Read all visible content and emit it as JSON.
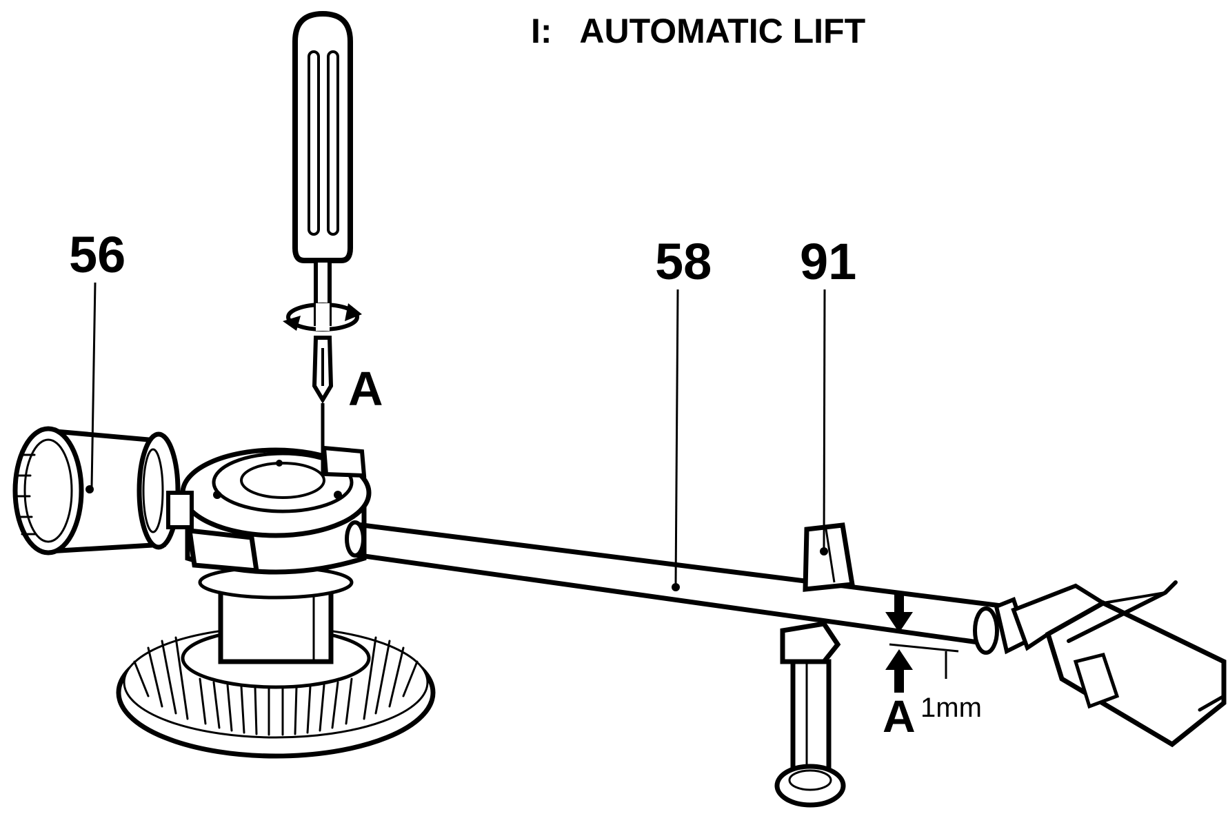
{
  "title": "I:   AUTOMATIC LIFT",
  "callouts": {
    "counterweight": "56",
    "tonearm": "58",
    "lift_bar": "91",
    "adjust_point_top": "A",
    "adjust_point_bottom": "A",
    "clearance": "1mm"
  },
  "colors": {
    "ink": "#000000",
    "paper": "#ffffff"
  },
  "icons": [
    "screwdriver-icon",
    "rotate-arrow-icon",
    "down-arrow-icon",
    "up-arrow-icon"
  ]
}
